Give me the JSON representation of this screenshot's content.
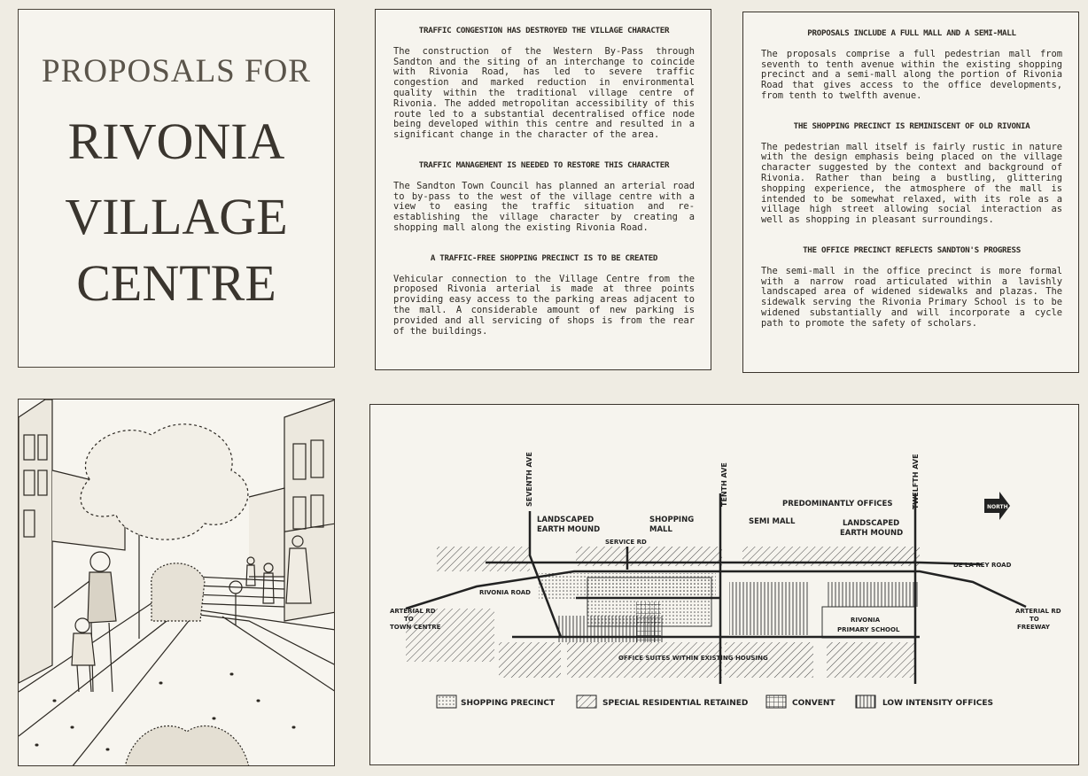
{
  "title": {
    "line1": "PROPOSALS FOR",
    "line2": "RIVONIA",
    "line3": "VILLAGE",
    "line4": "CENTRE"
  },
  "column1": {
    "sections": [
      {
        "heading": "TRAFFIC CONGESTION HAS DESTROYED THE VILLAGE CHARACTER",
        "body": "The construction of the Western By-Pass through Sandton and the siting of an interchange to coincide with Rivonia Road, has led to severe traffic congestion and marked reduction in environmental quality within the traditional village centre of Rivonia. The added metropolitan accessibility of this route led to a substantial decentralised office node being developed within this centre and resulted in a significant change in the character of the area."
      },
      {
        "heading": "TRAFFIC MANAGEMENT IS NEEDED TO RESTORE THIS CHARACTER",
        "body": "The Sandton Town Council has planned an arterial road to by-pass to the west of the village centre with a view to easing the traffic situation and re-establishing the village character by creating a shopping mall along the existing Rivonia Road."
      },
      {
        "heading": "A TRAFFIC-FREE SHOPPING PRECINCT IS TO BE CREATED",
        "body": "Vehicular connection to the Village Centre from the proposed Rivonia arterial is made at three points providing easy access to the parking areas adjacent to the mall. A considerable amount of new parking is provided and all servicing of shops is from the rear of the buildings."
      }
    ]
  },
  "column2": {
    "sections": [
      {
        "heading": "PROPOSALS INCLUDE A FULL MALL AND A SEMI-MALL",
        "body": "The proposals comprise a full pedestrian mall from seventh to tenth avenue within the existing shopping precinct and a semi-mall along the portion of Rivonia Road that gives access to the office developments, from tenth to twelfth avenue."
      },
      {
        "heading": "THE SHOPPING PRECINCT IS REMINISCENT OF OLD RIVONIA",
        "body": "The pedestrian mall itself is fairly rustic in nature with the design emphasis being placed on the village character suggested by the context and background of Rivonia. Rather than being a bustling, glittering shopping experience, the atmosphere of the mall is intended to be somewhat relaxed, with its role as a village high street allowing social interaction as well as shopping in pleasant surroundings."
      },
      {
        "heading": "THE OFFICE PRECINCT REFLECTS SANDTON'S PROGRESS",
        "body": "The semi-mall in the office precinct is more formal with a narrow road articulated within a lavishly landscaped area of widened sidewalks and plazas. The sidewalk serving the Rivonia Primary School is to be widened substantially and will incorporate a cycle path to promote the safety of scholars."
      }
    ]
  },
  "map": {
    "streets": {
      "seventh": "SEVENTH AVE",
      "tenth": "TENTH AVE",
      "twelfth": "TWELFTH AVE"
    },
    "labels": {
      "landscaped_mound_left_1": "LANDSCAPED",
      "landscaped_mound_left_2": "EARTH MOUND",
      "shopping_mall_1": "SHOPPING",
      "shopping_mall_2": "MALL",
      "service_rd": "SERVICE RD",
      "semi_mall": "SEMI MALL",
      "predominantly_offices": "PREDOMINANTLY OFFICES",
      "landscaped_mound_right_1": "LANDSCAPED",
      "landscaped_mound_right_2": "EARTH MOUND",
      "north": "NORTH",
      "de_la_rey": "DE LA REY ROAD",
      "rivonia_road": "RIVONIA ROAD",
      "arterial_left_1": "ARTERIAL RD",
      "arterial_left_2": "TO",
      "arterial_left_3": "TOWN CENTRE",
      "arterial_right_1": "ARTERIAL RD",
      "arterial_right_2": "TO",
      "arterial_right_3": "FREEWAY",
      "school_1": "RIVONIA",
      "school_2": "PRIMARY SCHOOL",
      "office_suites": "OFFICE SUITES WITHIN EXISTING HOUSING"
    },
    "legend": {
      "shopping_precinct": "SHOPPING PRECINCT",
      "special_residential": "SPECIAL RESIDENTIAL RETAINED",
      "convent": "CONVENT",
      "low_intensity": "LOW INTENSITY OFFICES"
    }
  }
}
